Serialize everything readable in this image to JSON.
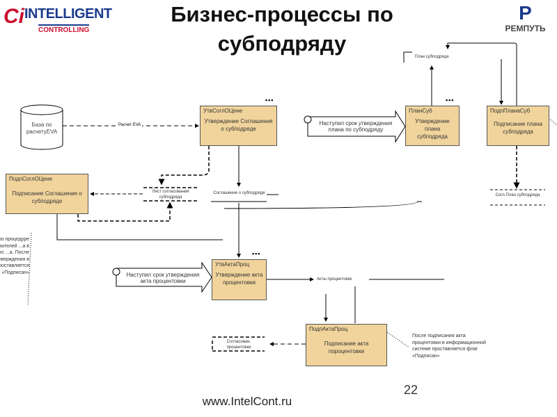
{
  "header": {
    "title": "Бизнес-процессы по субподряду",
    "logo_left_top": "INTELLIGENT",
    "logo_left_bottom": "CONTROLLING",
    "logo_left_mark": "Ci",
    "logo_right": "РЕМПУТЬ"
  },
  "diagram": {
    "database": "База по расчетуEVA",
    "flow_eva": "Расчет EVA",
    "boxes": [
      {
        "code": "УтвСоглОЦене",
        "text": "Утверждение Соглашения о субподряде"
      },
      {
        "code": "ПодпСоглОЦене",
        "text": "Подписание Соглашения о субподряде"
      },
      {
        "code": "ПланСуб",
        "text": "Утверждение плана субподряда"
      },
      {
        "code": "ПодпПланаСуб",
        "text": "Подписание плана субподряда"
      },
      {
        "code": "УтвАктаПроц",
        "text": "Утверждение акта процентовки"
      },
      {
        "code": "ПодпАктаПроц",
        "text": "Подписание акта пороцентовки"
      }
    ],
    "events": [
      "Наступил срок утверждения плана по субподряду",
      "Наступил срок утверждения акта процентовки"
    ],
    "documents": [
      "Лист согласования субподряда",
      "Соглашение о субподряде",
      "План субподряда",
      "Согл.План субподряда",
      "Акты процентовки",
      "Согласован. процентовки"
    ],
    "note_right": "После подписания акта процентовки в информационной системе проставляется флаг «Подписан»",
    "note_left": "...ируется по процедуре представителей ...а в офис ...а. После подтверждения в системе проставляется флаг «Подписан»"
  },
  "footer": {
    "url": "www.IntelCont.ru",
    "page": "22"
  }
}
